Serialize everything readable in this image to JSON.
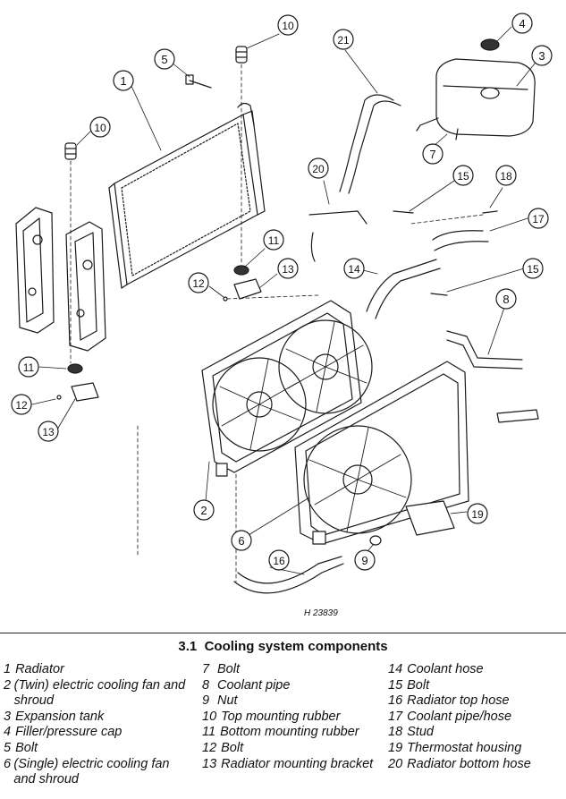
{
  "figure": {
    "caption_number": "3.1",
    "caption_title": "Cooling system components",
    "drawing_code": "H 23839",
    "callouts": [
      "1",
      "2",
      "3",
      "4",
      "5",
      "6",
      "7",
      "8",
      "9",
      "10",
      "10",
      "11",
      "11",
      "12",
      "12",
      "13",
      "13",
      "14",
      "15",
      "15",
      "16",
      "17",
      "18",
      "19",
      "20",
      "21"
    ]
  },
  "legend": {
    "col1": [
      {
        "num": "1",
        "text": "Radiator"
      },
      {
        "num": "2",
        "text": "(Twin) electric cooling fan and shroud"
      },
      {
        "num": "3",
        "text": "Expansion tank"
      },
      {
        "num": "4",
        "text": "Filler/pressure cap"
      },
      {
        "num": "5",
        "text": "Bolt"
      },
      {
        "num": "6",
        "text": "(Single) electric cooling fan and shroud"
      }
    ],
    "col2": [
      {
        "num": "7",
        "text": "Bolt"
      },
      {
        "num": "8",
        "text": "Coolant pipe"
      },
      {
        "num": "9",
        "text": "Nut"
      },
      {
        "num": "10",
        "text": "Top mounting rubber"
      },
      {
        "num": "11",
        "text": "Bottom mounting rubber"
      },
      {
        "num": "12",
        "text": "Bolt"
      },
      {
        "num": "13",
        "text": "Radiator mounting bracket"
      }
    ],
    "col3": [
      {
        "num": "14",
        "text": "Coolant hose"
      },
      {
        "num": "15",
        "text": "Bolt"
      },
      {
        "num": "16",
        "text": "Radiator top hose"
      },
      {
        "num": "17",
        "text": "Coolant pipe/hose"
      },
      {
        "num": "18",
        "text": "Stud"
      },
      {
        "num": "19",
        "text": "Thermostat housing"
      },
      {
        "num": "20",
        "text": "Radiator bottom hose"
      }
    ]
  }
}
